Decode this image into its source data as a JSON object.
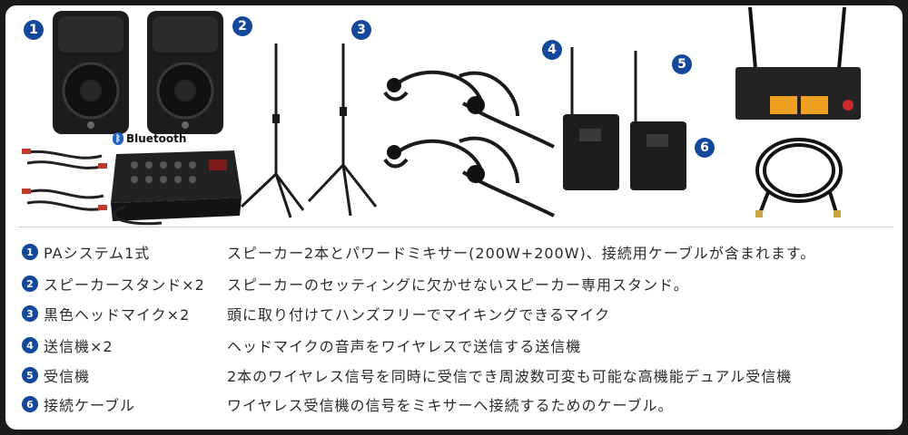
{
  "photo_badges": [
    "1",
    "2",
    "3",
    "4",
    "5",
    "6"
  ],
  "bluetooth_label": "Bluetooth",
  "items": [
    {
      "num": "1",
      "name": "PAシステム1式",
      "desc": "スピーカー2本とパワードミキサー(200W+200W)、接続用ケーブルが含まれます。"
    },
    {
      "num": "2",
      "name": "スピーカースタンド×2",
      "desc": "スピーカーのセッティングに欠かせないスピーカー専用スタンド。"
    },
    {
      "num": "3",
      "name": "黒色ヘッドマイク×2",
      "desc": "頭に取り付けてハンズフリーでマイキングできるマイク"
    },
    {
      "num": "4",
      "name": "送信機×2",
      "desc": "ヘッドマイクの音声をワイヤレスで送信する送信機"
    },
    {
      "num": "5",
      "name": "受信機",
      "desc": "2本のワイヤレス信号を同時に受信でき周波数可変も可能な高機能デュアル受信機"
    },
    {
      "num": "6",
      "name": "接続ケーブル",
      "desc": "ワイヤレス受信機の信号をミキサーへ接続するためのケーブル。"
    }
  ]
}
